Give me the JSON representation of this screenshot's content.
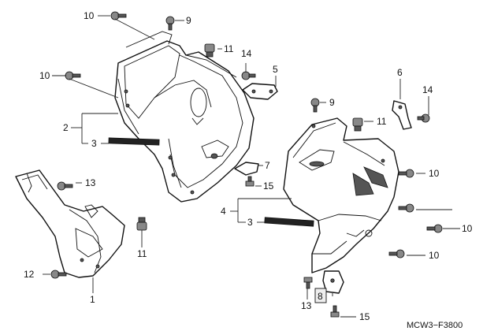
{
  "diagram": {
    "code": "MCW3−F3800",
    "labels": {
      "c1": "1",
      "c2": "2",
      "c3a": "3",
      "c3b": "3",
      "c4": "4",
      "c5": "5",
      "c6": "6",
      "c7": "7",
      "c8": "8",
      "c9a": "9",
      "c9b": "9",
      "c10a": "10",
      "c10b": "10",
      "c10c": "10",
      "c10d": "10",
      "c10e": "10",
      "c11a": "11",
      "c11b": "11",
      "c11c": "11",
      "c12": "12",
      "c13a": "13",
      "c13b": "13",
      "c14a": "14",
      "c14b": "14",
      "c15a": "15",
      "c15b": "15"
    }
  }
}
